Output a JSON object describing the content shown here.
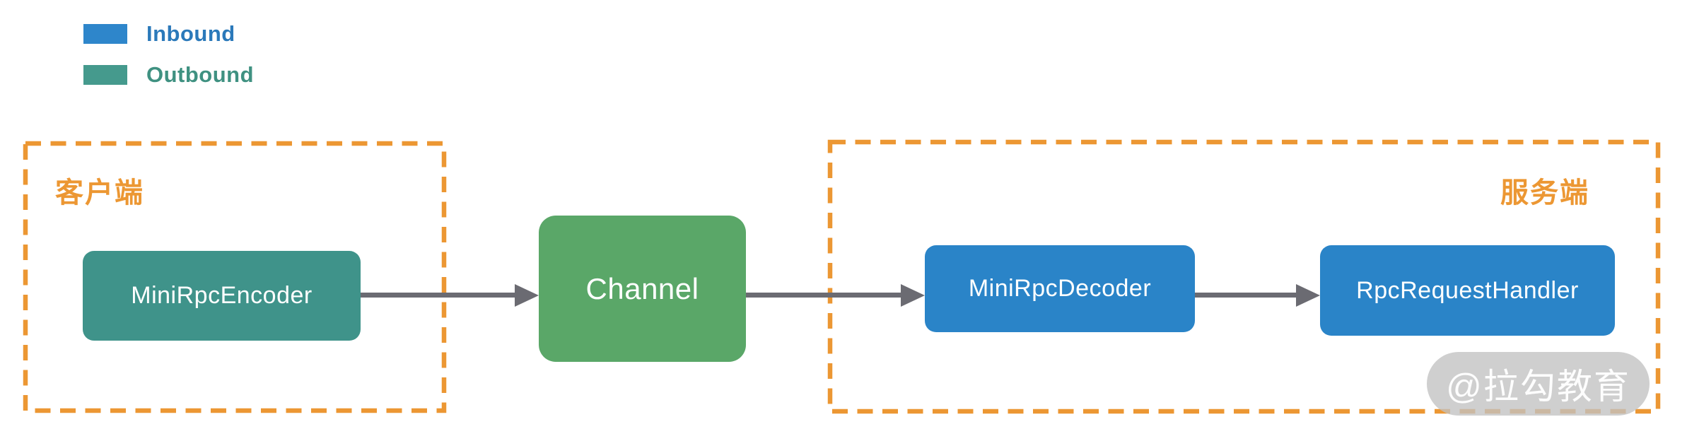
{
  "legend": {
    "items": [
      {
        "label": "Inbound",
        "swatch_color": "#2e86cb",
        "text_color": "#2b79ba"
      },
      {
        "label": "Outbound",
        "swatch_color": "#459a8d",
        "text_color": "#3f9181"
      }
    ]
  },
  "groups": {
    "client": {
      "label": "客户端"
    },
    "server": {
      "label": "服务端"
    }
  },
  "nodes": {
    "encoder": {
      "label": "MiniRpcEncoder",
      "direction": "outbound",
      "color": "#3f938a"
    },
    "channel": {
      "label": "Channel",
      "color": "#5aa768"
    },
    "decoder": {
      "label": "MiniRpcDecoder",
      "direction": "inbound",
      "color": "#2a84c8"
    },
    "handler": {
      "label": "RpcRequestHandler",
      "direction": "inbound",
      "color": "#2a84c8"
    }
  },
  "edges": [
    {
      "from": "MiniRpcEncoder",
      "to": "Channel"
    },
    {
      "from": "Channel",
      "to": "MiniRpcDecoder"
    },
    {
      "from": "MiniRpcDecoder",
      "to": "RpcRequestHandler"
    }
  ],
  "watermark": {
    "text": "@拉勾教育"
  },
  "colors": {
    "group_border_orange": "#ec9733",
    "group_label_orange": "#ec9733",
    "arrow_gray": "#6b6b72",
    "node_text": "#ffffff",
    "watermark_bg": "#c1c1c1"
  }
}
